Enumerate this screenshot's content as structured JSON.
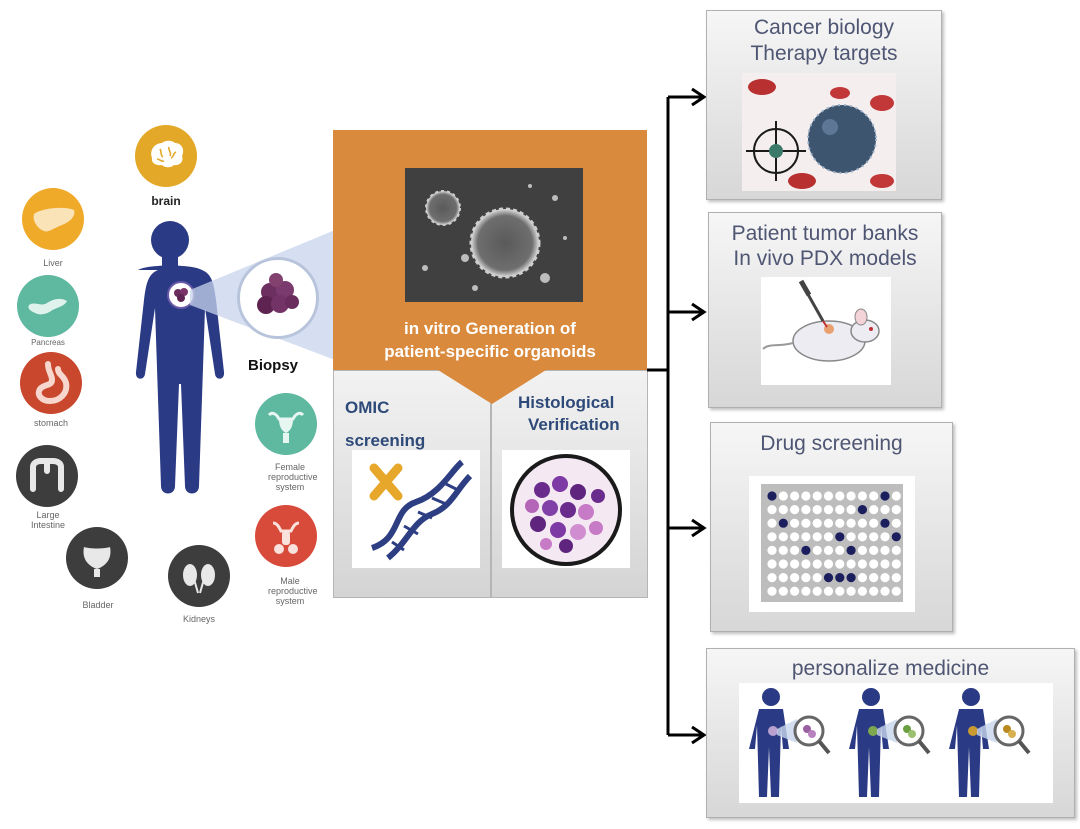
{
  "organs": {
    "brain": "brain",
    "liver": "Liver",
    "pancreas": "Pancreas",
    "stomach": "stomach",
    "large_intestine": "Large Intestine",
    "bladder": "Bladder",
    "kidneys": "Kidneys",
    "female": "Female reproductive system",
    "male": "Male reproductive system"
  },
  "biopsy_label": "Biopsy",
  "process": {
    "title_line1": "in vitro Generation of",
    "title_line2": "patient-specific organoids",
    "omic_line1": "OMIC",
    "omic_line2": "screening",
    "histo_line1": "Histological",
    "histo_line2": "Verification"
  },
  "outcomes": {
    "cancer_line1": "Cancer biology",
    "cancer_line2": "Therapy targets",
    "tumor_line1": "Patient tumor banks",
    "tumor_line2": "In vivo PDX models",
    "drug": "Drug screening",
    "personal": "personalize medicine"
  },
  "colors": {
    "orange": "#d98a3d",
    "navy": "#283a7a",
    "body": "#2a3a84",
    "brain_bg": "#e3a827",
    "liver_bg": "#f0aa2a",
    "pancreas_bg": "#5fb8a0",
    "stomach_bg": "#c8472d",
    "intestine_bg": "#3d3d3d",
    "bladder_bg": "#3d3d3d",
    "kidneys_bg": "#3d3d3d",
    "female_bg": "#5fb8a0",
    "male_bg": "#d84a3a",
    "outcome_text": "#4f5673",
    "process_text": "#2e4a78"
  }
}
